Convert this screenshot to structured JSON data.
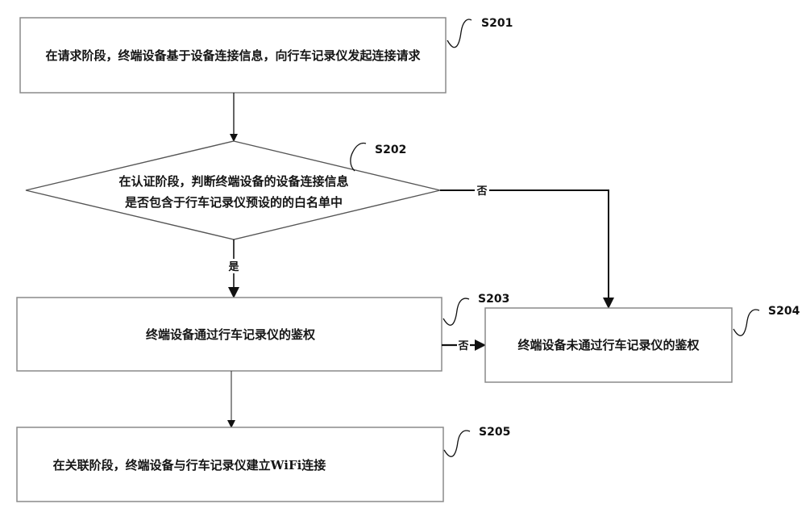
{
  "diagram": {
    "type": "flowchart",
    "nodes": [
      {
        "id": "S201",
        "label": "S201",
        "shape": "process",
        "text": "在请求阶段，终端设备基于设备连接信息，向行车记录仪发起连接请求"
      },
      {
        "id": "S202",
        "label": "S202",
        "shape": "decision",
        "text_line1": "在认证阶段，判断终端设备的设备连接信息",
        "text_line2": "是否包含于行车记录仪预设的的白名单中"
      },
      {
        "id": "S203",
        "label": "S203",
        "shape": "process",
        "text": "终端设备通过行车记录仪的鉴权"
      },
      {
        "id": "S204",
        "label": "S204",
        "shape": "process",
        "text": "终端设备未通过行车记录仪的鉴权"
      },
      {
        "id": "S205",
        "label": "S205",
        "shape": "process",
        "text": "在关联阶段，终端设备与行车记录仪建立WiFi连接"
      }
    ],
    "edges": [
      {
        "from": "S201",
        "to": "S202",
        "label": ""
      },
      {
        "from": "S202",
        "to": "S203",
        "label": "是"
      },
      {
        "from": "S202",
        "to": "S204",
        "label": "否"
      },
      {
        "from": "S203",
        "to": "S204",
        "label": "否"
      },
      {
        "from": "S203",
        "to": "S205",
        "label": ""
      }
    ]
  }
}
